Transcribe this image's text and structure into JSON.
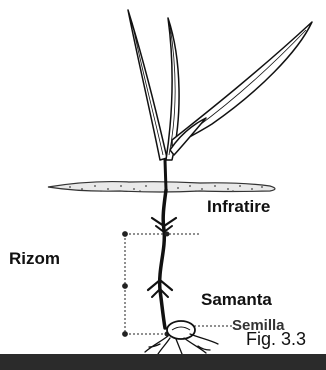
{
  "labels": {
    "infratire": "Infratire",
    "rizom": "Rizom",
    "samanta": "Samanta",
    "semilla": "Semilla"
  },
  "figure_number": "Fig. 3.3",
  "colors": {
    "ink": "#111111",
    "soil": "#555555",
    "bar": "#2b2b2b"
  }
}
